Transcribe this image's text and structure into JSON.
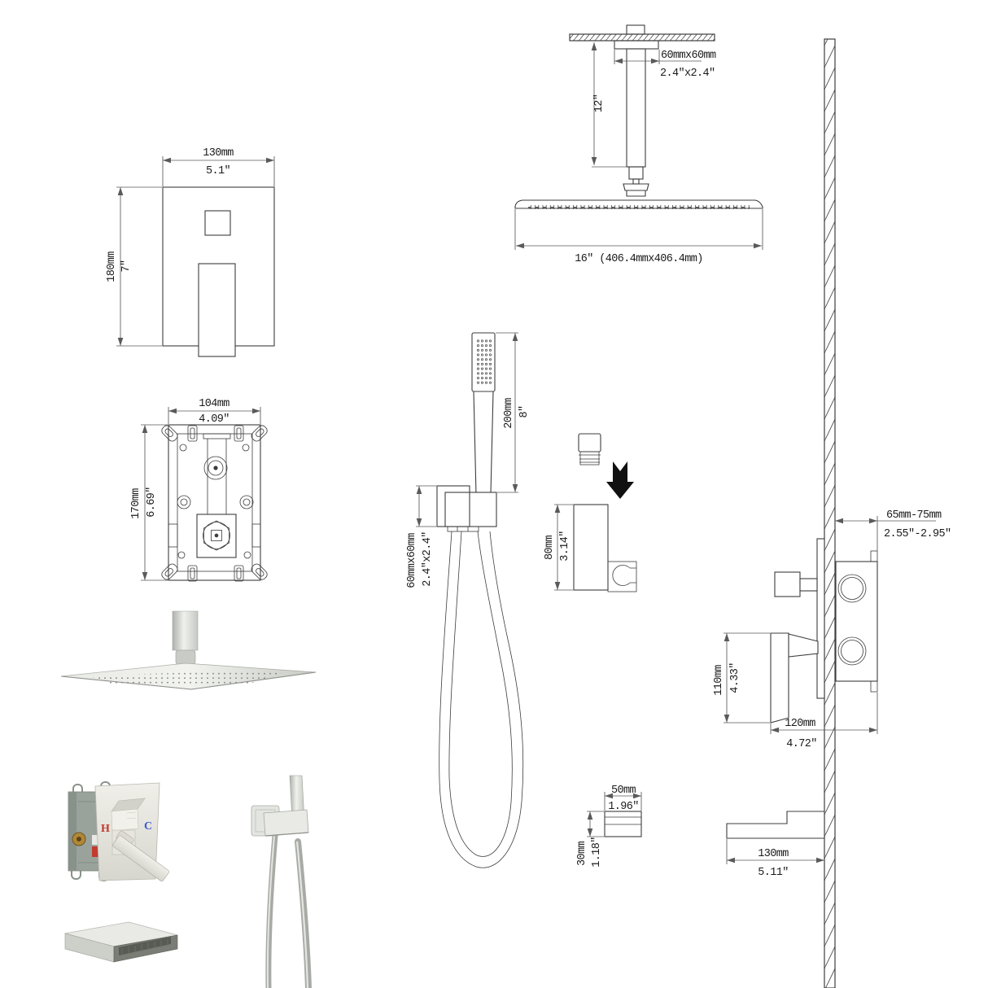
{
  "views": {
    "trim_front": {
      "width_mm": "130mm",
      "width_in": "5.1″",
      "height_mm": "180mm",
      "height_in": "7″"
    },
    "ceiling_shower": {
      "flange_mm": "60mmx60mm",
      "flange_in": "2.4″x2.4″",
      "arm_in": "12″",
      "head": "16″ (406.4mmx406.4mm)"
    },
    "rough_in": {
      "width_mm": "104mm",
      "width_in": "4.09″",
      "height_mm": "170mm",
      "height_in": "6.69″"
    },
    "hand_shower": {
      "length_mm": "200mm",
      "length_in": "8″",
      "outlet_mm": "60mmx60mm",
      "outlet_in": "2.4″x2.4″"
    },
    "holder": {
      "height_mm": "80mm",
      "height_in": "3.14″"
    },
    "valve_side": {
      "depth_mm": "65mm-75mm",
      "depth_in": "2.55″-2.95″",
      "handle_mm": "110mm",
      "handle_in": "4.33″",
      "width_mm": "120mm",
      "width_in": "4.72″"
    },
    "spout_front": {
      "width_mm": "50mm",
      "width_in": "1.96″",
      "height_mm": "30mm",
      "height_in": "1.18″"
    },
    "spout_side": {
      "length_mm": "130mm",
      "length_in": "5.11″"
    },
    "renders": {
      "hot": "H",
      "cold": "C"
    }
  },
  "colors": {
    "line": "#3c3c3c",
    "dim_line": "#5a5a5a",
    "text": "#1b1b1b",
    "hot": "#c0392b",
    "cold": "#3b5bd6",
    "nickel_light": "#f0f1ed",
    "nickel_mid": "#c9ccc6",
    "nickel_dark": "#9aa09a",
    "box_green": "#9aa39b",
    "brass": "#b08838"
  }
}
